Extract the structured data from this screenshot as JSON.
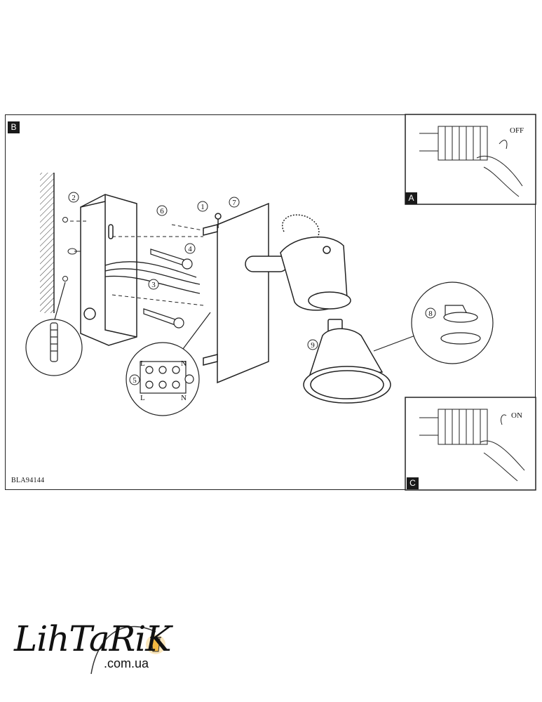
{
  "diagram": {
    "panel_label": "B",
    "model_code": "BLA94144",
    "step_numbers": [
      "1",
      "2",
      "3",
      "4",
      "5",
      "6",
      "7",
      "8",
      "9"
    ],
    "terminal_labels": {
      "live_top": "L",
      "neutral_top": "N",
      "live_bottom": "L",
      "neutral_bottom": "N"
    },
    "inset_off": {
      "tag": "A",
      "label": "OFF"
    },
    "inset_on": {
      "tag": "C",
      "label": "ON"
    }
  },
  "brand": {
    "logo_text": "LihTaRiK",
    "domain": ".com.ua",
    "lamp_color": "#f4b942"
  }
}
